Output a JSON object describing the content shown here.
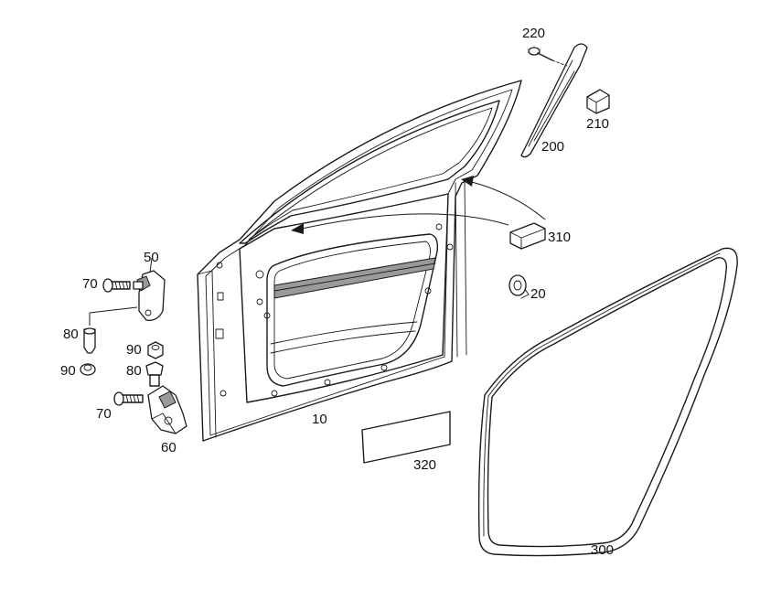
{
  "labels": {
    "door_shell": "10",
    "expanding_nut": "20",
    "upper_hinge": "50",
    "screw_upper": "70",
    "screw_lower": "70",
    "bolt_left": "80",
    "bolt_right": "80",
    "nut_left": "90",
    "nut_right": "90",
    "lower_hinge": "60",
    "trim_panel": "200",
    "clip": "210",
    "rivet": "220",
    "door_seal": "300",
    "damping_block": "310",
    "damping_mat": "320"
  }
}
